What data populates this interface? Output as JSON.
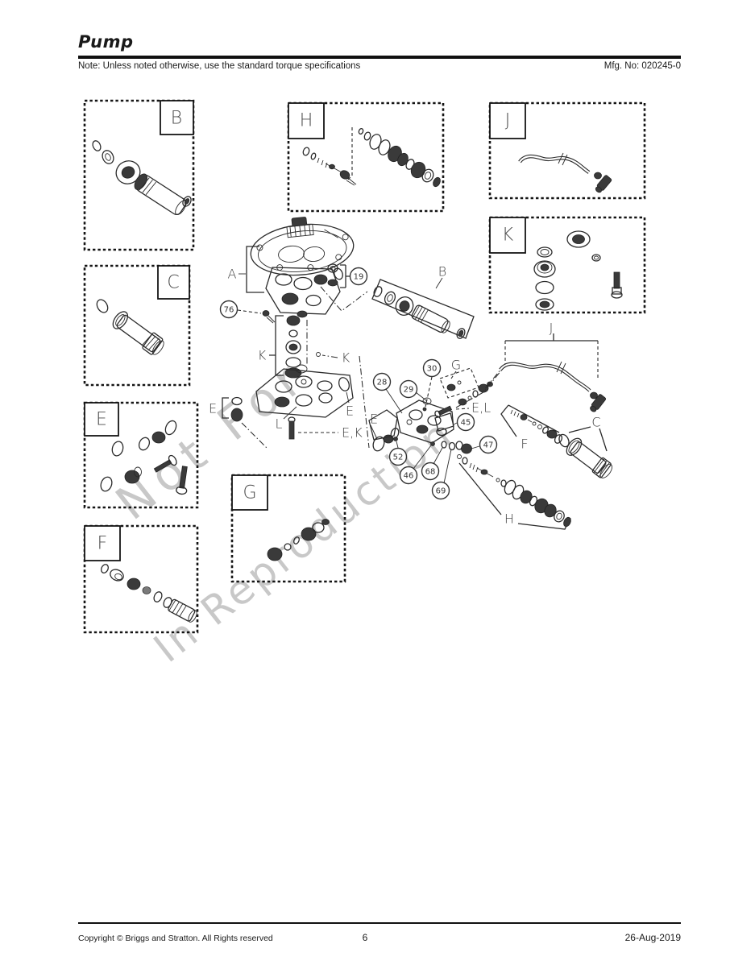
{
  "header": {
    "title": "Pump",
    "note": "Note: Unless noted otherwise, use the standard torque specifications",
    "mfg": "Mfg. No: 020245-0"
  },
  "footer": {
    "copyright": "Copyright ©  Briggs and Stratton. All Rights reserved",
    "page": "6",
    "date": "26-Aug-2019"
  },
  "watermark": {
    "line1": "Not For",
    "line2": "In Reproduction"
  },
  "boxes": {
    "B": "B",
    "C": "C",
    "E": "E",
    "F": "F",
    "G": "G",
    "H": "H",
    "J": "J",
    "K": "K"
  },
  "callouts": {
    "A": "A",
    "B": "B",
    "C": "C",
    "E": "E",
    "F": "F",
    "G": "G",
    "H": "H",
    "J": "J",
    "K": "K",
    "L": "L",
    "EK": "E,K",
    "EL": "E,L"
  },
  "balloons": {
    "b19": "19",
    "b76": "76",
    "b28": "28",
    "b29": "29",
    "b30": "30",
    "b45": "45",
    "b46": "46",
    "b47": "47",
    "b52": "52",
    "b68": "68",
    "b69": "69"
  }
}
